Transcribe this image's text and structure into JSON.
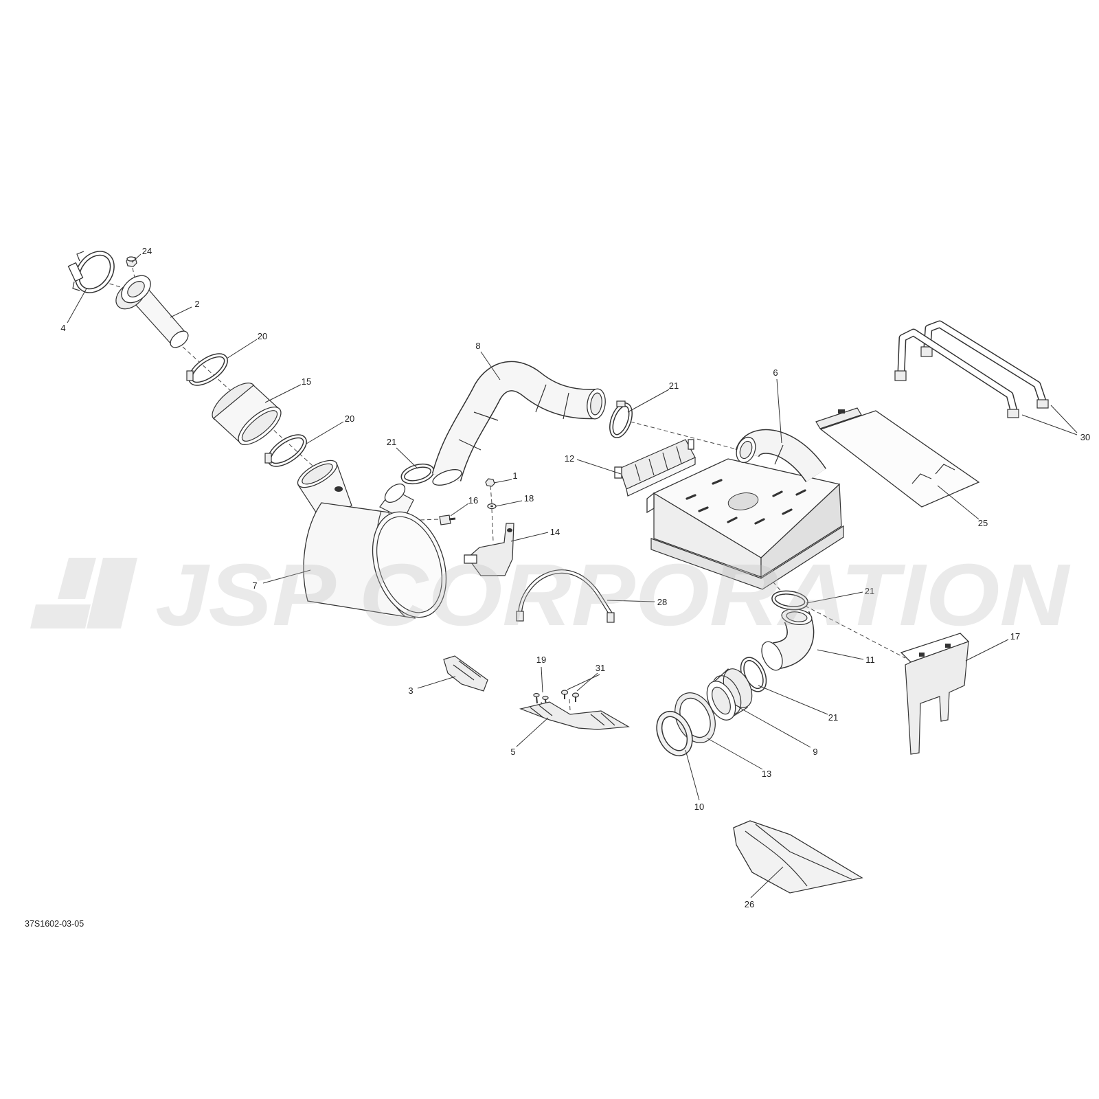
{
  "diagram": {
    "drawing_code": "37S1602-03-05",
    "watermark": "JSP CORPORATION",
    "callouts": [
      {
        "label": "24"
      },
      {
        "label": "4"
      },
      {
        "label": "2"
      },
      {
        "label": "20"
      },
      {
        "label": "15"
      },
      {
        "label": "20"
      },
      {
        "label": "8"
      },
      {
        "label": "21"
      },
      {
        "label": "6"
      },
      {
        "label": "30"
      },
      {
        "label": "21"
      },
      {
        "label": "12"
      },
      {
        "label": "1"
      },
      {
        "label": "16"
      },
      {
        "label": "18"
      },
      {
        "label": "14"
      },
      {
        "label": "25"
      },
      {
        "label": "7"
      },
      {
        "label": "28"
      },
      {
        "label": "21"
      },
      {
        "label": "17"
      },
      {
        "label": "19"
      },
      {
        "label": "31"
      },
      {
        "label": "11"
      },
      {
        "label": "3"
      },
      {
        "label": "21"
      },
      {
        "label": "9"
      },
      {
        "label": "5"
      },
      {
        "label": "13"
      },
      {
        "label": "10"
      },
      {
        "label": "26"
      }
    ]
  },
  "colors": {
    "line": "#333333",
    "background": "#ffffff",
    "watermark": "#bdbdbd"
  }
}
